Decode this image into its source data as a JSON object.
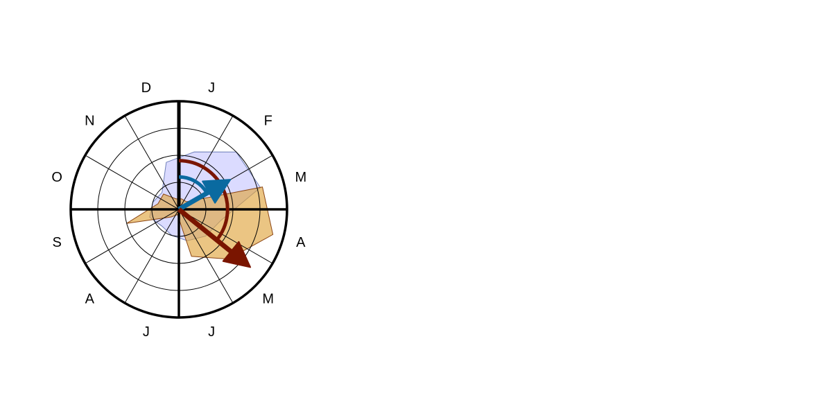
{
  "chart_data": {
    "type": "radar",
    "title": "",
    "grid": true,
    "legend": "none",
    "categories": [
      "J",
      "F",
      "M",
      "A",
      "M",
      "J",
      "J",
      "A",
      "S",
      "O",
      "N",
      "D"
    ],
    "rings": [
      0.25,
      0.5,
      0.75,
      1.0
    ],
    "series": [
      {
        "values": [
          0.55,
          0.75,
          0.78,
          0.4,
          0.35,
          0.3,
          0.25,
          0.22,
          0.28,
          0.25,
          0.22,
          0.45
        ],
        "fill": "#ccccff",
        "stroke": "#6e7fb8",
        "fill_opacity": 0.7
      },
      {
        "values": [
          0.1,
          0.1,
          0.8,
          0.9,
          0.65,
          0.45,
          0.05,
          0.1,
          0.5,
          0.2,
          0.2,
          0.1
        ],
        "fill": "#e0a640",
        "stroke": "#8b4513",
        "fill_opacity": 0.65
      }
    ],
    "vectors": [
      {
        "angle_deg_clockwise_from_north": 60,
        "magnitude": 0.55,
        "color": "#0a6aa0"
      },
      {
        "angle_deg_clockwise_from_north": 129,
        "magnitude": 0.85,
        "color": "#7a1500"
      }
    ],
    "arcs": [
      {
        "from_deg": 0,
        "to_deg": 60,
        "radius": 0.1,
        "color": "#0a6aa0"
      },
      {
        "from_deg": 0,
        "to_deg": 129,
        "radius": 0.15,
        "color": "#7a1500"
      }
    ]
  }
}
